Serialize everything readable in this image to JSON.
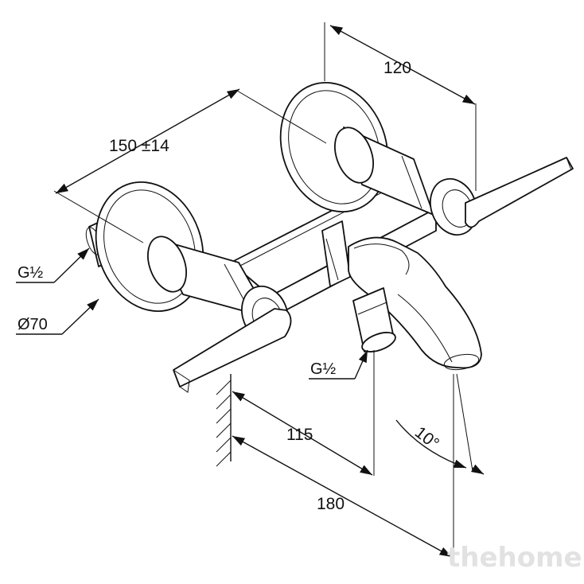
{
  "dimensions": {
    "top_width": "120",
    "spacing": "150 ±14",
    "thread_left": "G½",
    "rosette_diameter": "Ø70",
    "thread_outlet": "G½",
    "depth_outlet": "115",
    "depth_spout": "180",
    "spout_angle": "10°"
  },
  "watermark": "thehome"
}
